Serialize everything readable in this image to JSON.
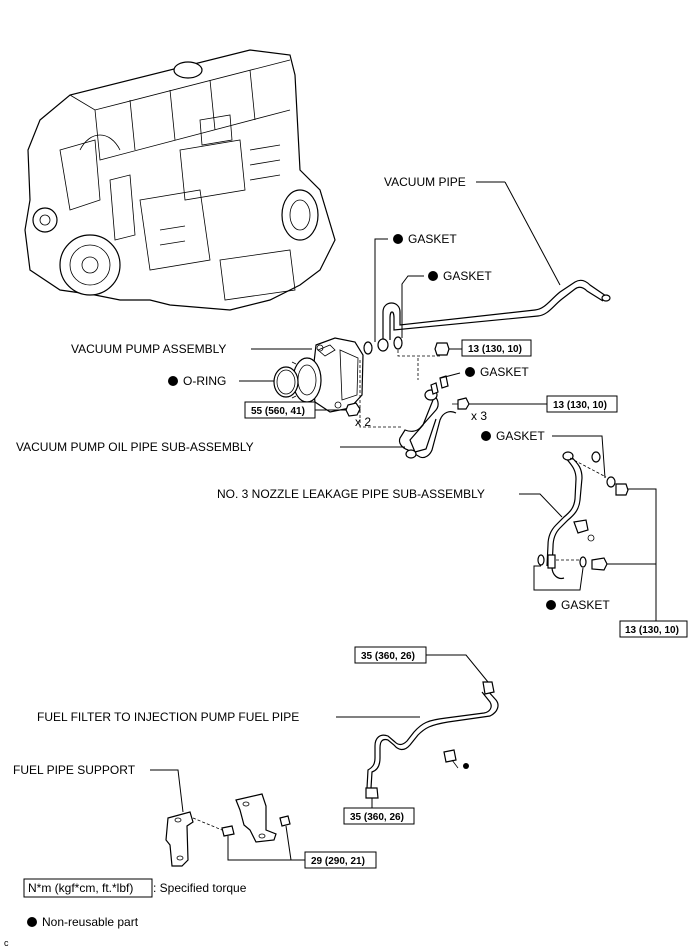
{
  "labels": {
    "vacuum_pipe": "VACUUM PIPE",
    "gasket_1": "GASKET",
    "gasket_2": "GASKET",
    "vacuum_pump_assembly": "VACUUM PUMP ASSEMBLY",
    "o_ring": "O-RING",
    "gasket_3": "GASKET",
    "oil_pipe": "VACUUM PUMP OIL PIPE SUB-ASSEMBLY",
    "gasket_4": "GASKET",
    "nozzle_pipe": "NO. 3 NOZZLE LEAKAGE PIPE SUB-ASSEMBLY",
    "gasket_5": "GASKET",
    "fuel_pipe": "FUEL FILTER TO INJECTION PUMP FUEL PIPE",
    "fuel_support": "FUEL PIPE SUPPORT"
  },
  "torques": {
    "t1": "13 (130, 10)",
    "t2": "55 (560, 41)",
    "t3": "13 (130, 10)",
    "t4": "13 (130, 10)",
    "t5": "35 (360, 26)",
    "t6": "35 (360, 26)",
    "t7": "29 (290, 21)"
  },
  "quantities": {
    "q1": "x 2",
    "q2": "x 3"
  },
  "legend": {
    "torque_box": "N*m (kgf*cm, ft.*lbf)",
    "torque_text": ": Specified torque",
    "non_reusable": "Non-reusable part"
  },
  "corner_mark": "c"
}
